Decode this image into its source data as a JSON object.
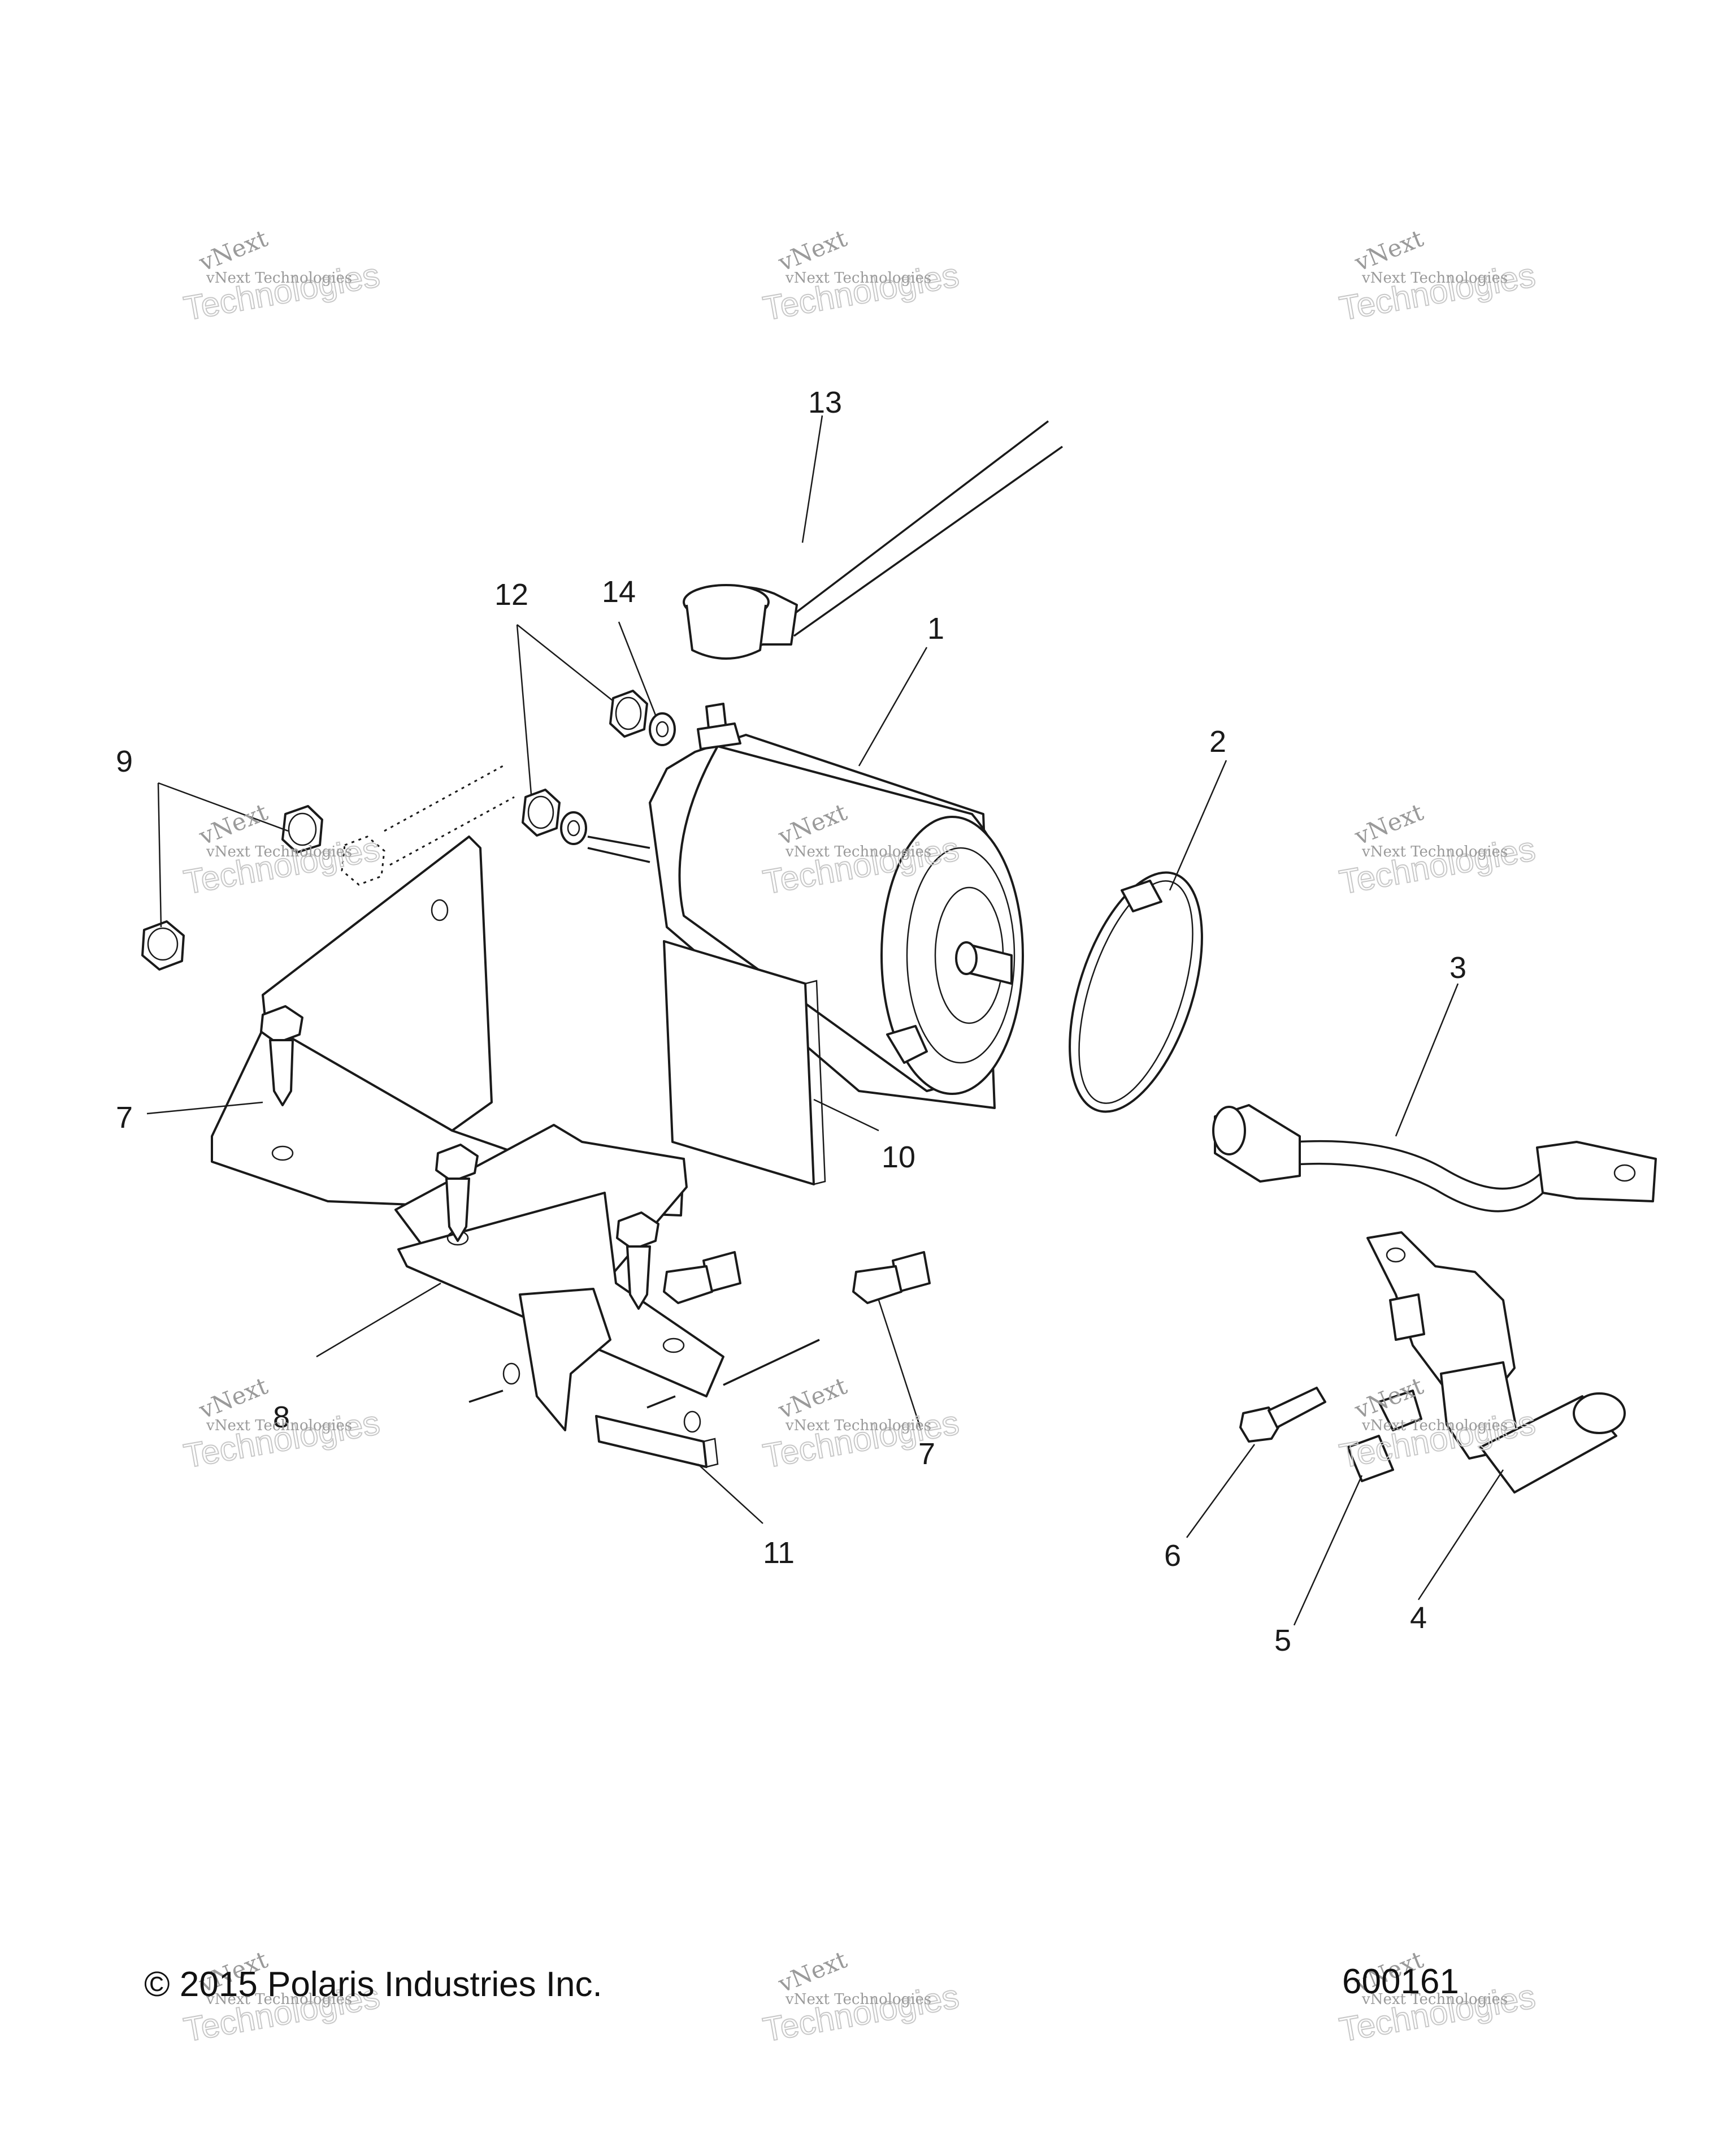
{
  "diagram": {
    "callouts": [
      {
        "id": "1",
        "text": "1"
      },
      {
        "id": "2",
        "text": "2"
      },
      {
        "id": "3",
        "text": "3"
      },
      {
        "id": "4",
        "text": "4"
      },
      {
        "id": "5",
        "text": "5"
      },
      {
        "id": "6",
        "text": "6"
      },
      {
        "id": "7a",
        "text": "7"
      },
      {
        "id": "7b",
        "text": "7"
      },
      {
        "id": "8",
        "text": "8"
      },
      {
        "id": "9",
        "text": "9"
      },
      {
        "id": "10",
        "text": "10"
      },
      {
        "id": "11",
        "text": "11"
      },
      {
        "id": "12",
        "text": "12"
      },
      {
        "id": "13",
        "text": "13"
      },
      {
        "id": "14",
        "text": "14"
      }
    ]
  },
  "watermark": {
    "line1": "vNext",
    "line2": "vNext Technologies",
    "line3": "Technologies",
    "color": "#9a9a9a"
  },
  "footer": {
    "copyright": "© 2015 Polaris Industries Inc.",
    "figure_number": "600161"
  }
}
